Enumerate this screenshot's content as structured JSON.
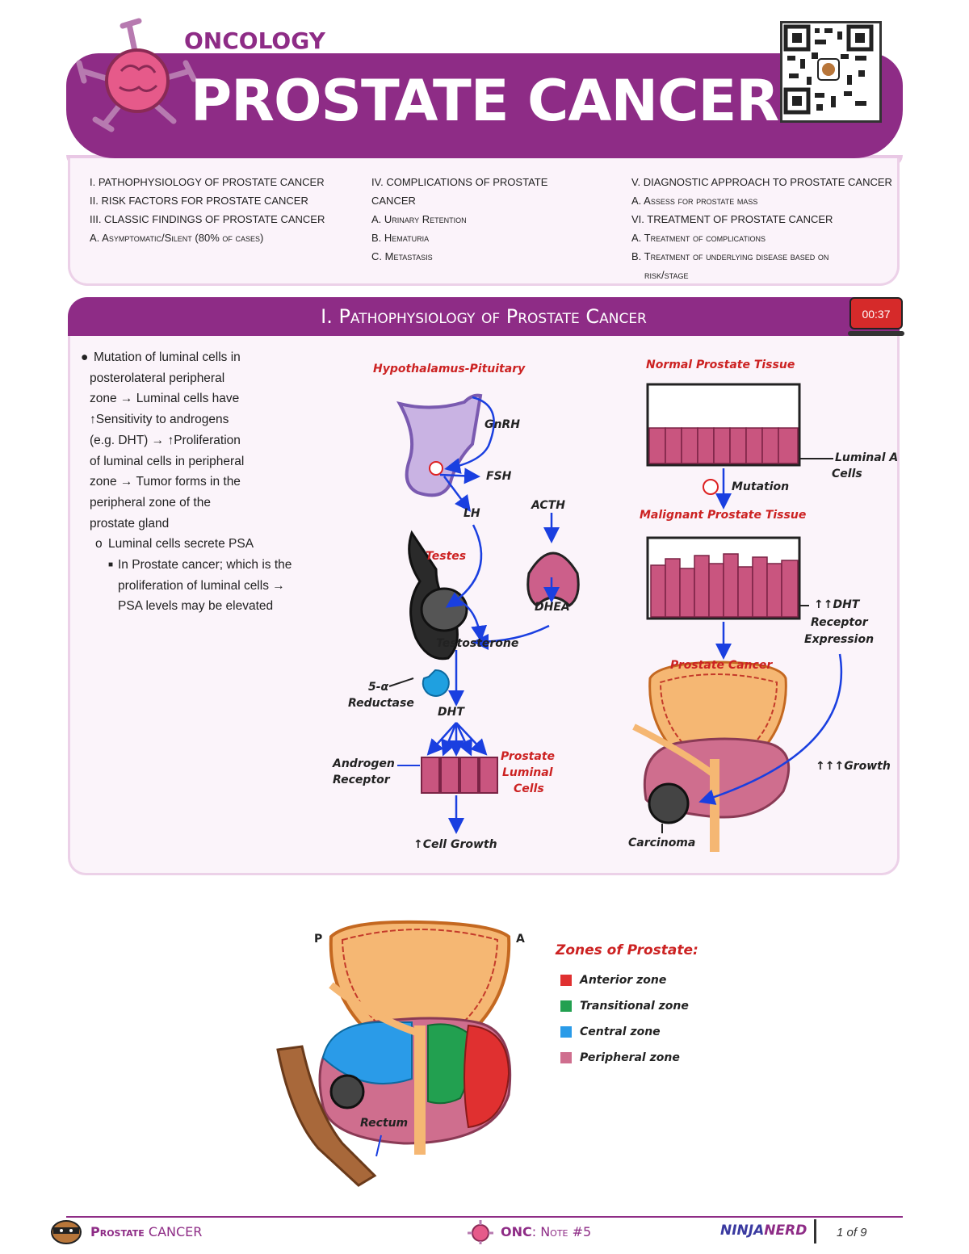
{
  "header": {
    "subject": "ONCOLOGY",
    "title": "PROSTATE CANCER"
  },
  "toc": {
    "col1": [
      "I. PATHOPHYSIOLOGY OF PROSTATE CANCER",
      "II. RISK FACTORS FOR PROSTATE CANCER",
      "III. CLASSIC FINDINGS OF PROSTATE CANCER",
      "A. Asymptomatic/Silent (80% of cases)"
    ],
    "col2": [
      "IV. COMPLICATIONS OF PROSTATE",
      "CANCER",
      "A. Urinary Retention",
      "B. Hematuria",
      "C. Metastasis"
    ],
    "col3": [
      "V. DIAGNOSTIC APPROACH TO PROSTATE CANCER",
      "A. Assess for prostate mass",
      "VI. TREATMENT OF PROSTATE CANCER",
      "A. Treatment of complications",
      "B. Treatment of underlying disease based on",
      "risk/stage"
    ]
  },
  "section": {
    "title": "I. Pathophysiology of Prostate Cancer",
    "timer": "00:37"
  },
  "bullets": {
    "main": [
      "Mutation of luminal cells in",
      "posterolateral peripheral",
      "zone → Luminal cells have",
      "↑Sensitivity to androgens",
      "(e.g. DHT) → ↑Proliferation",
      "of luminal cells in peripheral",
      "zone → Tumor forms in the",
      "peripheral zone of the",
      "prostate gland"
    ],
    "sub": "Luminal cells secrete PSA",
    "subsub": [
      "In Prostate cancer; which is the",
      "proliferation of luminal cells →",
      "PSA levels may be elevated"
    ]
  },
  "diagram1": {
    "hp": "Hypothalamus-Pituitary",
    "gnrh": "GnRH",
    "fsh": "FSH",
    "lh": "LH",
    "acth": "ACTH",
    "testes": "Testes",
    "dhea": "DHEA",
    "testosterone": "Testosterone",
    "reductase1": "5-α",
    "reductase2": "Reductase",
    "dht": "DHT",
    "ar1": "Androgen",
    "ar2": "Receptor",
    "plc1": "Prostate",
    "plc2": "Luminal",
    "plc3": "Cells",
    "growth": "↑Cell Growth"
  },
  "diagram2": {
    "normal": "Normal Prostate Tissue",
    "luminal1": "Luminal A",
    "luminal2": "Cells",
    "mutation": "Mutation",
    "malignant": "Malignant Prostate Tissue",
    "dht1": "↑↑DHT",
    "dht2": "Receptor",
    "dht3": "Expression",
    "pc": "Prostate Cancer",
    "growth": "↑↑↑Growth",
    "carcinoma": "Carcinoma"
  },
  "zones": {
    "p": "P",
    "a": "A",
    "title": "Zones of Prostate:",
    "items": [
      {
        "label": "Anterior zone",
        "color": "#e03030"
      },
      {
        "label": "Transitional zone",
        "color": "#22a050"
      },
      {
        "label": "Central zone",
        "color": "#2a9be8"
      },
      {
        "label": "Peripheral zone",
        "color": "#cf6e8e"
      }
    ],
    "rectum": "Rectum"
  },
  "footer": {
    "left_a": "Prostate",
    "left_b": "CANCER",
    "mid_a": "ONC",
    "mid_b": ": Note #5",
    "brand_a": "NINJA",
    "brand_b": "NERD",
    "page": "1 of 9"
  }
}
